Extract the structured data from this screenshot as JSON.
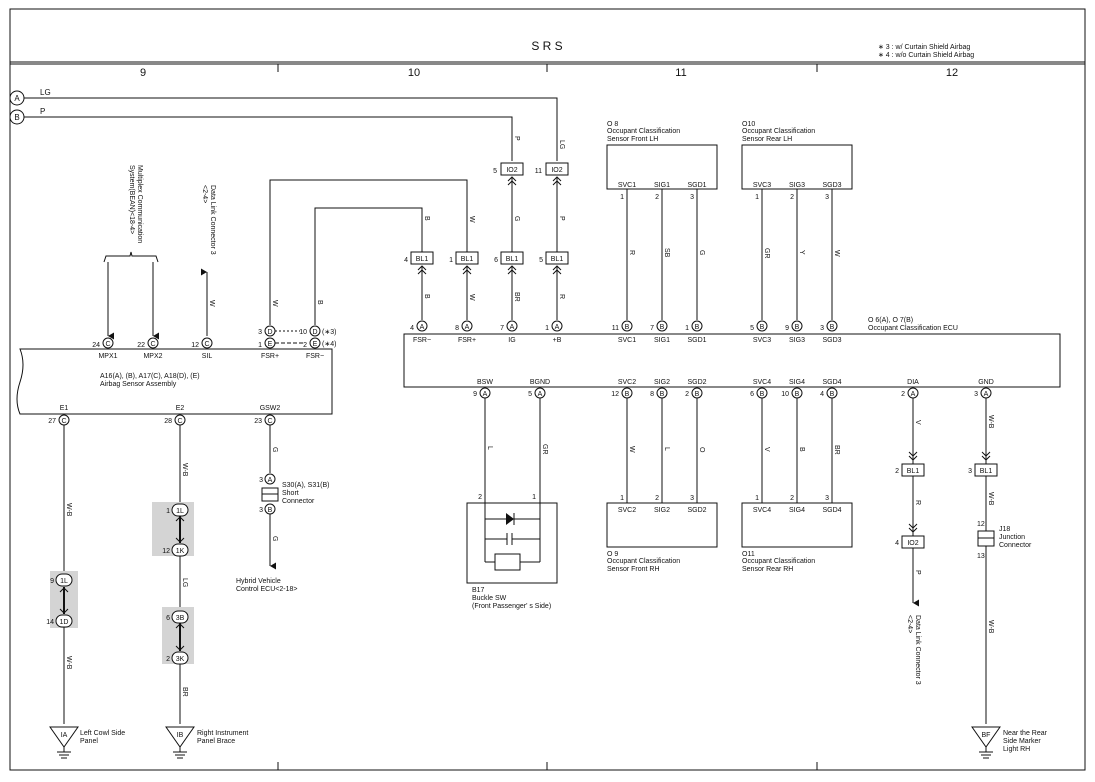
{
  "header": {
    "title": "S R S",
    "notes": [
      "∗ 3 : w/ Curtain Shield Airbag",
      "∗ 4 : w/o Curtain Shield Airbag"
    ],
    "columns": [
      "9",
      "10",
      "11",
      "12"
    ]
  },
  "inputs": [
    {
      "id": "A",
      "wire": "LG"
    },
    {
      "id": "B",
      "wire": "P"
    }
  ],
  "srs_ecu": {
    "title_lines": [
      "A16(A), (B), A17(C), A18(D), (E)",
      "Airbag Sensor Assembly"
    ],
    "top_pins": [
      {
        "num": "24",
        "conn": "C",
        "sig": "MPX1"
      },
      {
        "num": "22",
        "conn": "C",
        "sig": "MPX2"
      },
      {
        "num": "12",
        "conn": "C",
        "sig": "SIL"
      },
      {
        "num": "1",
        "conn": "E",
        "sig": "FSR+"
      },
      {
        "num": "2",
        "conn": "E",
        "sig": "FSR−"
      }
    ],
    "alt_pins": [
      {
        "num": "3",
        "conn": "D"
      },
      {
        "num": "10",
        "conn": "D"
      }
    ],
    "alt_notes": [
      "(∗3)",
      "(∗4)"
    ],
    "bottom_pins": [
      {
        "num": "27",
        "conn": "C",
        "sig": "E1"
      },
      {
        "num": "28",
        "conn": "C",
        "sig": "E2"
      },
      {
        "num": "23",
        "conn": "C",
        "sig": "GSW2"
      }
    ]
  },
  "multiplex_label": [
    "Multiplex Communication",
    "System(BEAN)<18-4>"
  ],
  "dlc_label_top": [
    "Data Link Connector 3",
    "<2-4>"
  ],
  "wire_colors": {
    "mpx_sil": "W",
    "fsr_plus": "W",
    "fsr_minus": "B",
    "bl1_fsrm": "B",
    "bl1_fsrp": "W",
    "io2_ig": "G",
    "io2_b": "P",
    "p_wire": "P",
    "lg_wire": "LG",
    "ig_wire": "BR",
    "b_wire": "R",
    "gsw2_top": "G",
    "gsw2_bot": "G",
    "e1_top": "W-B",
    "e1_bot": "W-B",
    "e2_top": "W-B",
    "e2_mid": "LG",
    "e2_bot": "BR"
  },
  "bl1_connectors": [
    {
      "num": "4",
      "label": "BL1"
    },
    {
      "num": "1",
      "label": "BL1"
    },
    {
      "num": "6",
      "label": "BL1"
    },
    {
      "num": "5",
      "label": "BL1"
    }
  ],
  "io2_connectors": [
    {
      "num": "5",
      "label": "IO2"
    },
    {
      "num": "11",
      "label": "IO2"
    }
  ],
  "short_connector": {
    "pin_a": {
      "num": "3",
      "conn": "A"
    },
    "pin_b": {
      "num": "3",
      "conn": "B"
    },
    "label_lines": [
      "S30(A), S31(B)",
      "Short",
      "Connector"
    ]
  },
  "hybrid_label": [
    "Hybrid Vehicle",
    "Control ECU<2-18>"
  ],
  "splices": [
    {
      "top": {
        "num": "9",
        "label": "1L"
      },
      "bottom": {
        "num": "14",
        "label": "1D"
      }
    },
    {
      "top": {
        "num": "1",
        "label": "1L"
      },
      "bottom": {
        "num": "12",
        "label": "1K"
      }
    },
    {
      "top": {
        "num": "6",
        "label": "3B"
      },
      "bottom": {
        "num": "2",
        "label": "3K"
      }
    }
  ],
  "grounds": [
    {
      "id": "IA",
      "label_lines": [
        "Left Cowl Side",
        "Panel"
      ]
    },
    {
      "id": "IB",
      "label_lines": [
        "Right Instrument",
        "Panel Brace"
      ]
    },
    {
      "id": "BF",
      "label_lines": [
        "Near the Rear",
        "Side Marker",
        "Light RH"
      ]
    }
  ],
  "occ_ecu": {
    "title_lines": [
      "O 6(A), O 7(B)",
      "Occupant Classification ECU"
    ],
    "top_pins": [
      {
        "num": "4",
        "conn": "A",
        "sig": "FSR−"
      },
      {
        "num": "8",
        "conn": "A",
        "sig": "FSR+"
      },
      {
        "num": "7",
        "conn": "A",
        "sig": "IG"
      },
      {
        "num": "1",
        "conn": "A",
        "sig": "+B"
      },
      {
        "num": "11",
        "conn": "B",
        "sig": "SVC1"
      },
      {
        "num": "7",
        "conn": "B",
        "sig": "SIG1"
      },
      {
        "num": "1",
        "conn": "B",
        "sig": "SGD1"
      },
      {
        "num": "5",
        "conn": "B",
        "sig": "SVC3"
      },
      {
        "num": "9",
        "conn": "B",
        "sig": "SIG3"
      },
      {
        "num": "3",
        "conn": "B",
        "sig": "SGD3"
      }
    ],
    "bottom_pins": [
      {
        "num": "9",
        "conn": "A",
        "sig": "BSW"
      },
      {
        "num": "5",
        "conn": "A",
        "sig": "BGND"
      },
      {
        "num": "12",
        "conn": "B",
        "sig": "SVC2"
      },
      {
        "num": "8",
        "conn": "B",
        "sig": "SIG2"
      },
      {
        "num": "2",
        "conn": "B",
        "sig": "SGD2"
      },
      {
        "num": "6",
        "conn": "B",
        "sig": "SVC4"
      },
      {
        "num": "10",
        "conn": "B",
        "sig": "SIG4"
      },
      {
        "num": "4",
        "conn": "B",
        "sig": "SGD4"
      },
      {
        "num": "2",
        "conn": "A",
        "sig": "DIA"
      },
      {
        "num": "3",
        "conn": "A",
        "sig": "GND"
      }
    ]
  },
  "sensors": [
    {
      "code": "O 8",
      "lines": [
        "Occupant Classification",
        "Sensor Front LH"
      ],
      "pins": [
        "SVC1",
        "SIG1",
        "SGD1"
      ],
      "nums": [
        "1",
        "2",
        "3"
      ],
      "colors": [
        "R",
        "SB",
        "G"
      ]
    },
    {
      "code": "O10",
      "lines": [
        "Occupant Classification",
        "Sensor Rear LH"
      ],
      "pins": [
        "SVC3",
        "SIG3",
        "SGD3"
      ],
      "nums": [
        "1",
        "2",
        "3"
      ],
      "colors": [
        "GR",
        "Y",
        "W"
      ]
    },
    {
      "code": "O 9",
      "lines": [
        "Occupant Classification",
        "Sensor Front RH"
      ],
      "pins": [
        "SVC2",
        "SIG2",
        "SGD2"
      ],
      "nums": [
        "1",
        "2",
        "3"
      ],
      "colors": [
        "W",
        "L",
        "O"
      ]
    },
    {
      "code": "O11",
      "lines": [
        "Occupant Classification",
        "Sensor Rear RH"
      ],
      "pins": [
        "SVC4",
        "SIG4",
        "SGD4"
      ],
      "nums": [
        "1",
        "2",
        "3"
      ],
      "colors": [
        "V",
        "B",
        "BR"
      ]
    }
  ],
  "buckle": {
    "code": "B17",
    "lines": [
      "Buckle SW",
      "(Front Passenger' s Side)"
    ],
    "pins": [
      "2",
      "1"
    ],
    "colors": [
      "L",
      "GR"
    ]
  },
  "dia_branch": {
    "colors": [
      "V",
      "R",
      "P"
    ],
    "bl1": {
      "num": "2",
      "label": "BL1"
    },
    "io2": {
      "num": "4",
      "label": "IO2"
    },
    "dlc_lines": [
      "Data Link Connector 3",
      "<2-4>"
    ]
  },
  "gnd_branch": {
    "colors": [
      "W-B",
      "W-B",
      "W-B"
    ],
    "bl1": {
      "num": "3",
      "label": "BL1"
    },
    "junction": {
      "code": "J18",
      "lines": [
        "Junction",
        "Connector"
      ],
      "nums": [
        "12",
        "13"
      ]
    }
  }
}
